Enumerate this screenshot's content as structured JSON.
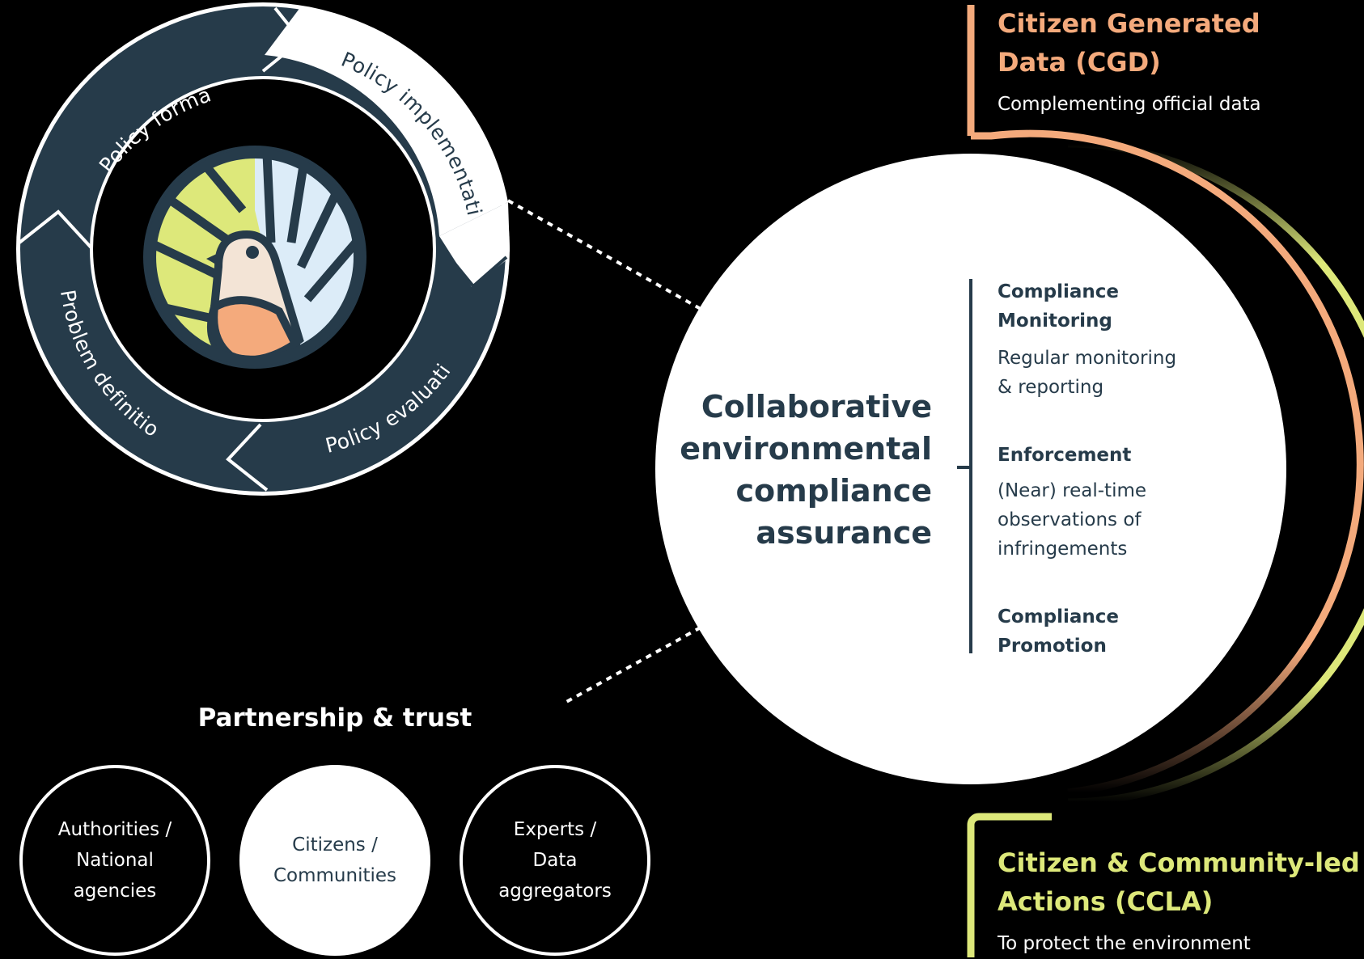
{
  "colors": {
    "background": "#000000",
    "navy": "#263b4a",
    "white": "#ffffff",
    "peach": "#f4aa7c",
    "lime": "#dde87a",
    "sky": "#dcecf8",
    "cream": "#f3e4d6"
  },
  "policy_cycle": {
    "stages": [
      "Policy formation",
      "Policy implementation",
      "Policy evaluation",
      "Problem definition"
    ],
    "center_icon": "bird-logo-icon"
  },
  "cgd": {
    "title_line1": "Citizen Generated",
    "title_line2": "Data (CGD)",
    "subtitle": "Complementing official data"
  },
  "ccla": {
    "title_line1": "Citizen & Community-led",
    "title_line2": "Actions (CCLA)",
    "subtitle": "To protect the environment"
  },
  "center": {
    "title_lines": [
      "Collaborative",
      "environmental",
      "compliance",
      "assurance"
    ],
    "items": [
      {
        "heading_lines": [
          "Compliance",
          "Monitoring"
        ],
        "text_lines": [
          "Regular monitoring",
          "& reporting"
        ]
      },
      {
        "heading_lines": [
          "Enforcement"
        ],
        "text_lines": [
          "(Near) real-time",
          "observations of",
          "infringements"
        ]
      },
      {
        "heading_lines": [
          "Compliance",
          "Promotion"
        ],
        "text_lines": []
      }
    ]
  },
  "partnership": {
    "title": "Partnership & trust",
    "nodes": [
      {
        "lines": [
          "Authorities /",
          "National",
          "agencies"
        ]
      },
      {
        "lines": [
          "Citizens /",
          "Communities"
        ]
      },
      {
        "lines": [
          "Experts /",
          "Data",
          "aggregators"
        ]
      }
    ]
  }
}
